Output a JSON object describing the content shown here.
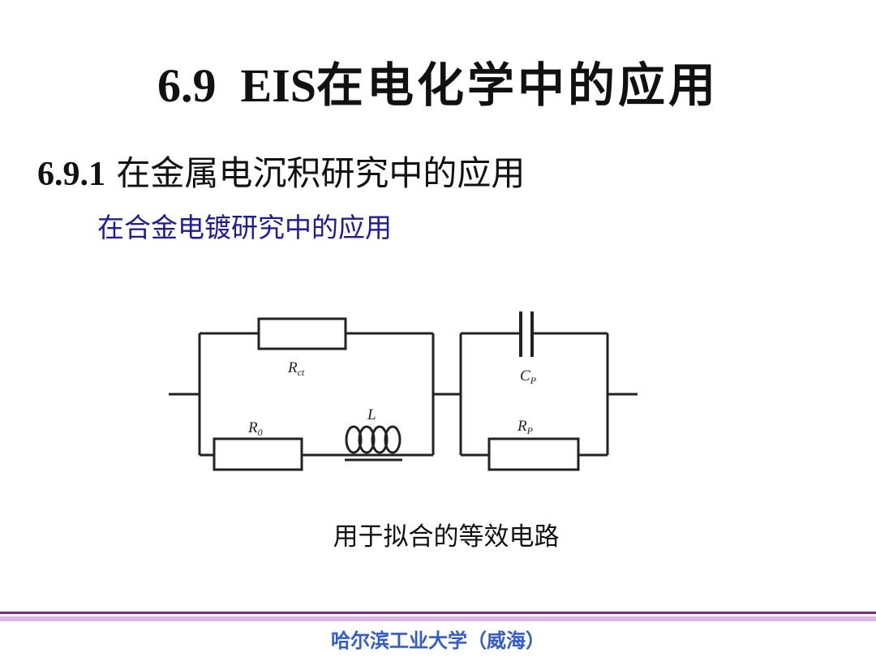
{
  "slide": {
    "title_number": "6.9",
    "title_eis": "EIS",
    "title_text": "在电化学中的应用",
    "subtitle_number": "6.9.1",
    "subtitle_text": "在金属电沉积研究中的应用",
    "subsubtitle": "在合金电镀研究中的应用"
  },
  "circuit": {
    "rct_label": "R",
    "rct_sub": "ct",
    "cp_label": "C",
    "cp_sub": "P",
    "l_label": "L",
    "r0_label": "R",
    "r0_sub": "0",
    "rp_label": "R",
    "rp_sub": "P"
  },
  "caption": "用于拟合的等效电路",
  "footer": "哈尔滨工业大学（威海）",
  "colors": {
    "subsubtitle": "#1a1aa6",
    "footer_text": "#2f5bd8",
    "footer_line": "#7b2a8f",
    "footer_band": "#d9b8e6"
  }
}
